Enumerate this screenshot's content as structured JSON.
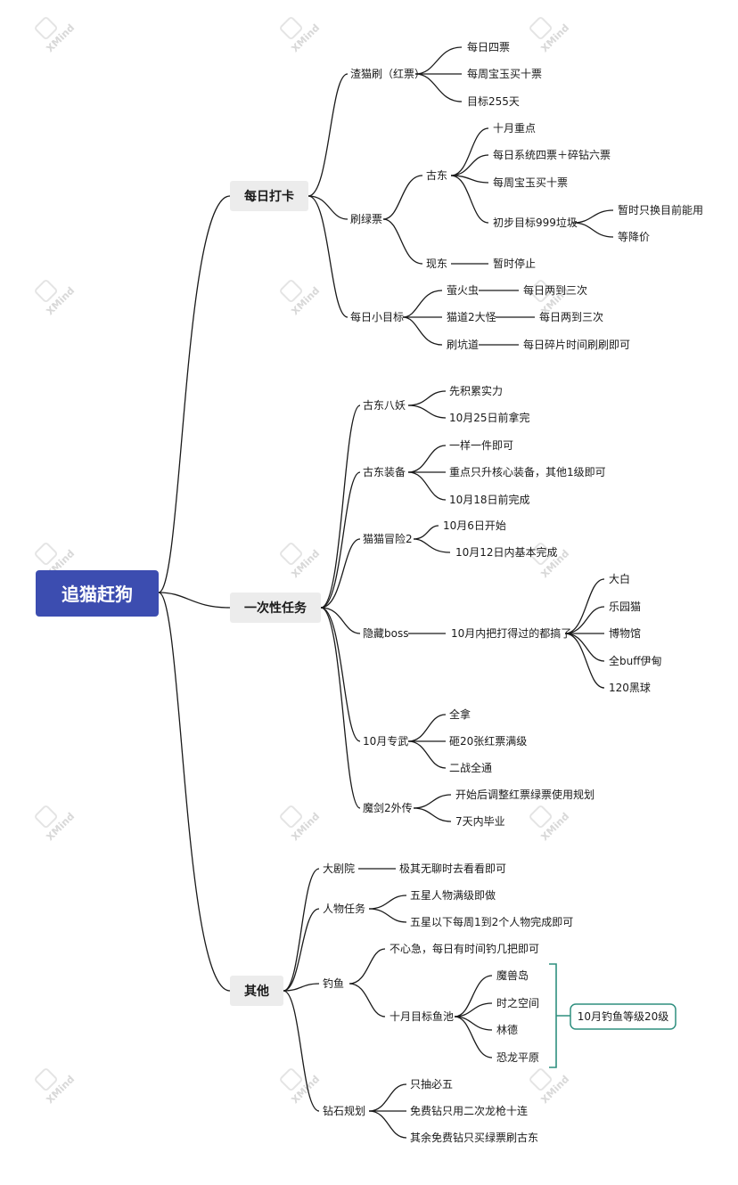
{
  "watermark": "XMind",
  "root": "追猫赶狗",
  "daily": {
    "title": "每日打卡",
    "red": {
      "label": "渣猫刷（红票）",
      "items": [
        "每日四票",
        "每周宝玉买十票",
        "目标255天"
      ]
    },
    "green": {
      "label": "刷绿票",
      "gudong": {
        "label": "古东",
        "items": [
          "十月重点",
          "每日系统四票＋碎钻六票",
          "每周宝玉买十票"
        ],
        "junk": {
          "label": "初步目标999垃圾",
          "items": [
            "暂时只换目前能用",
            "等降价"
          ]
        }
      },
      "xiandong": {
        "label": "现东",
        "item": "暂时停止"
      }
    },
    "small": {
      "label": "每日小目标",
      "items": [
        {
          "label": "萤火虫",
          "note": "每日两到三次"
        },
        {
          "label": "猫道2大怪",
          "note": "每日两到三次"
        },
        {
          "label": "刷坑道",
          "note": "每日碎片时间刷刷即可"
        }
      ]
    }
  },
  "oneoff": {
    "title": "一次性任务",
    "bayao": {
      "label": "古东八妖",
      "items": [
        "先积累实力",
        "10月25日前拿完"
      ]
    },
    "equip": {
      "label": "古东装备",
      "items": [
        "一样一件即可",
        "重点只升核心装备，其他1级即可",
        "10月18日前完成"
      ]
    },
    "adventure": {
      "label": "猫猫冒险2",
      "items": [
        "10月6日开始",
        "10月12日内基本完成"
      ]
    },
    "boss": {
      "label": "隐藏boss",
      "mid": "10月内把打得过的都搞了",
      "items": [
        "大白",
        "乐园猫",
        "博物馆",
        "全buff伊甸",
        "120黑球"
      ]
    },
    "weapon": {
      "label": "10月专武",
      "items": [
        "全拿",
        "砸20张红票满级",
        "二战全通"
      ]
    },
    "sword": {
      "label": "魔剑2外传",
      "items": [
        "开始后调整红票绿票使用规划",
        "7天内毕业"
      ]
    }
  },
  "other": {
    "title": "其他",
    "theater": {
      "label": "大剧院",
      "note": "极其无聊时去看看即可"
    },
    "char": {
      "label": "人物任务",
      "items": [
        "五星人物满级即做",
        "五星以下每周1到2个人物完成即可"
      ]
    },
    "fish": {
      "label": "钓鱼",
      "casual": "不心急，每日有时间钓几把即可",
      "pool": {
        "label": "十月目标鱼池",
        "items": [
          "魔兽岛",
          "时之空间",
          "林德",
          "恐龙平原"
        ]
      },
      "goal": "10月钓鱼等级20级"
    },
    "diamond": {
      "label": "钻石规划",
      "items": [
        "只抽必五",
        "免费钻只用二次龙枪十连",
        "其余免费钻只买绿票刷古东"
      ]
    }
  },
  "colors": {
    "root_bg": "#3c4db0",
    "section_bg": "#ececec",
    "goal_border": "#2f8f7f",
    "bracket": "#2f8f7f",
    "line": "#1a1a1a"
  }
}
